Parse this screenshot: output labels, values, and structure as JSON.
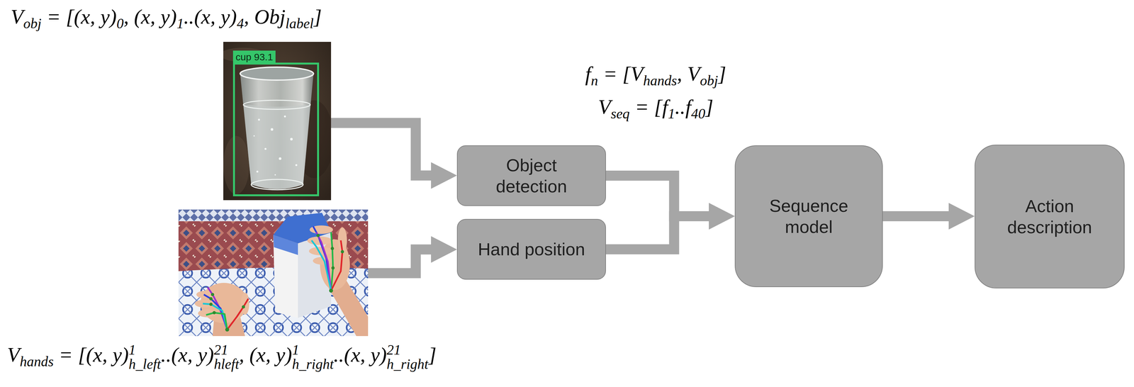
{
  "diagram": {
    "nodes": [
      {
        "text": [
          "Object detection"
        ]
      },
      {
        "text": [
          "Hand position"
        ]
      },
      {
        "text": [
          "Sequence model"
        ]
      },
      {
        "text": [
          "Action description"
        ]
      }
    ],
    "edges": [
      {
        "from": 0,
        "to": 2,
        "arrow": "to"
      },
      {
        "from": 1,
        "to": 2,
        "arrow": "to"
      },
      {
        "from": 2,
        "to": 3,
        "arrow": "to"
      }
    ],
    "labels": [
      "Vobj = [(x, y)0, (x, y)1..(x, y)4, Objlabel]",
      "cup 93.1",
      "fn = [Vhands, Vobj]",
      "Vseq = [f1..f40]",
      "Vhands = [(x, y)1h_left..(x, y)21hleft, (x, y)1h_right..(x, y)21h_right]"
    ]
  }
}
